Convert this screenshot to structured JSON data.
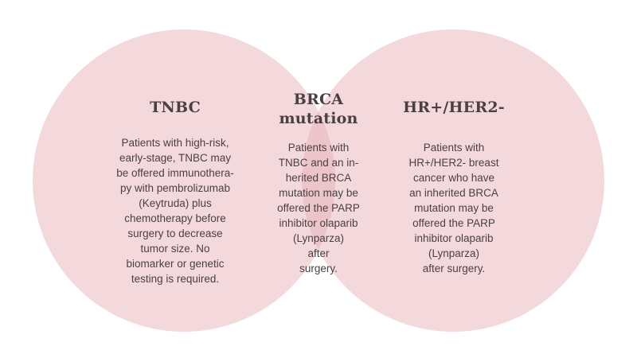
{
  "diagram": {
    "colors": {
      "circle_fill": "#f4d9dc",
      "overlap_fill": "#ecc5cb",
      "text": "#4a3f43"
    },
    "left": {
      "title": "TNBC",
      "lines": [
        "Patients with high-risk,",
        "early-stage, TNBC may",
        "be offered immunothera-",
        "py with pembrolizumab",
        "(Keytruda) plus",
        "chemotherapy before",
        "surgery to decrease",
        "tumor size. No",
        "biomarker or genetic",
        "testing is required."
      ]
    },
    "center": {
      "title_lines": [
        "BRCA",
        "mutation"
      ],
      "lines": [
        "Patients with",
        "TNBC and an in-",
        "herited BRCA",
        "mutation may be",
        "offered the PARP",
        "inhibitor olaparib",
        "(Lynparza)",
        "after",
        "surgery."
      ]
    },
    "right": {
      "title": "HR+/HER2-",
      "lines": [
        "Patients with",
        "HR+/HER2- breast",
        "cancer who have",
        "an inherited BRCA",
        "mutation may be",
        "offered the PARP",
        "inhibitor olaparib",
        "(Lynparza)",
        "after surgery."
      ]
    }
  }
}
